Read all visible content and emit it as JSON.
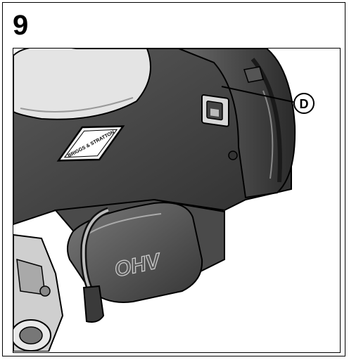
{
  "figure": {
    "number": "9"
  },
  "illustration": {
    "brand_badge_text": "BRIGGS & STRATTON",
    "cover_emboss_text": "OHV",
    "callouts": [
      {
        "letter": "D"
      }
    ]
  },
  "colors": {
    "outline": "#000000",
    "background": "#ffffff",
    "engine_dark": "#3a3a3a",
    "engine_mid": "#6e6e6e",
    "engine_light": "#c9c9c9"
  }
}
